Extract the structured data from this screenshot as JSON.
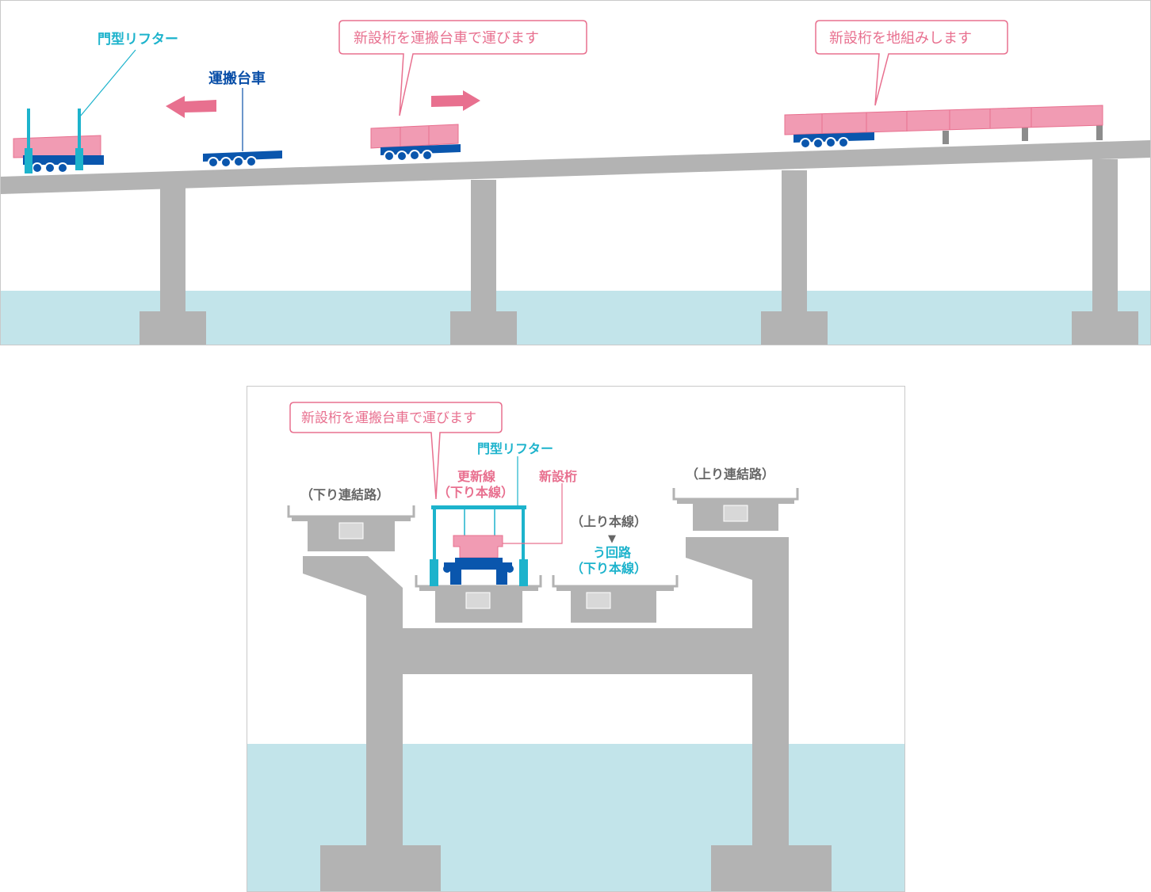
{
  "colors": {
    "water": "#c2e4ea",
    "concrete": "#b3b3b3",
    "girder": "#f19bb3",
    "girder_edge": "#e8708f",
    "carrier": "#0a56ad",
    "lifter": "#1db3cc",
    "arrow": "#e8708f"
  },
  "top": {
    "callout_transport": "新設桁を運搬台車で運びます",
    "callout_assemble": "新設桁を地組みします",
    "label_lifter": "門型リフター",
    "label_carrier": "運搬台車"
  },
  "bottom": {
    "callout_transport": "新設桁を運搬台車で運びます",
    "label_lifter": "門型リフター",
    "label_renewal_line_1": "更新線",
    "label_renewal_line_2": "（下り本線）",
    "label_new_girder": "新設桁",
    "label_down_link": "（下り連結路）",
    "label_up_link": "（上り連結路）",
    "label_up_main": "（上り本線）",
    "label_arrow": "▼",
    "label_detour_1": "う回路",
    "label_detour_2": "（下り本線）"
  }
}
